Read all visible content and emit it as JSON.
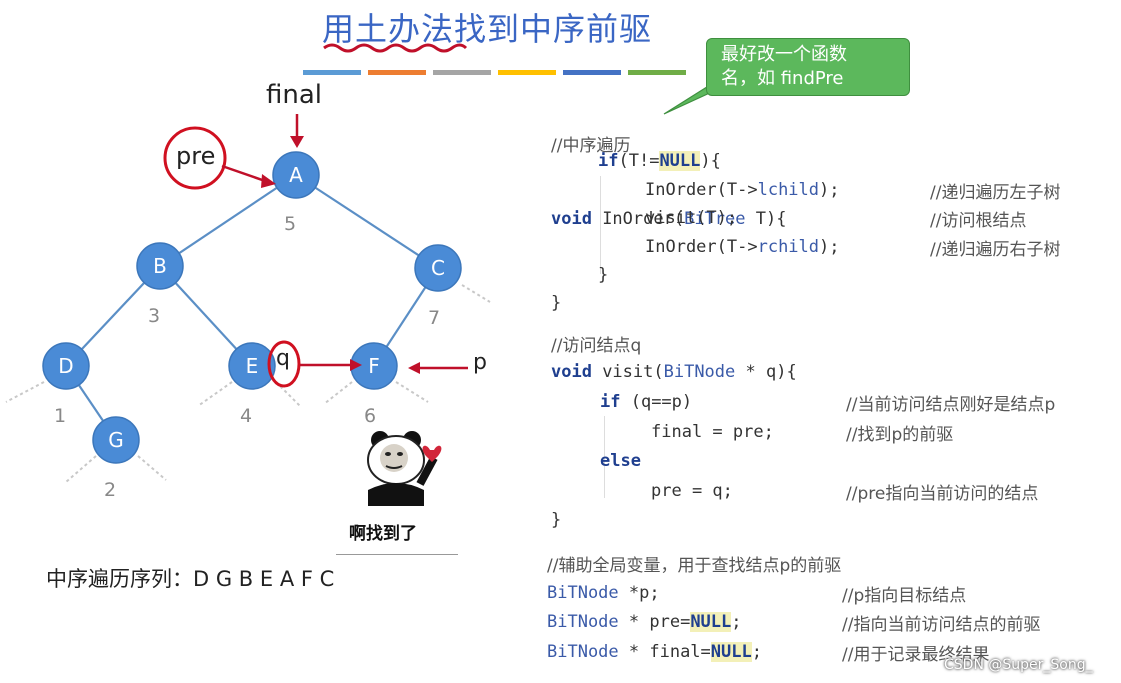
{
  "title": "用土办法找到中序前驱",
  "callout": {
    "line1": "最好改一个函数",
    "line2": "名，如 findPre"
  },
  "colors": {
    "title": "#3a66c4",
    "node": "#4a8bd6",
    "edge": "#5b8fc6",
    "arrow": "#c0102a",
    "callout": "#5cb85c"
  },
  "color_bar": [
    "#5b9bd5",
    "#ed7d31",
    "#a5a5a5",
    "#ffc000",
    "#4472c4",
    "#70ad47"
  ],
  "tree": {
    "final_label": "final",
    "pre_label": "pre",
    "q_label": "q",
    "p_label": "p",
    "nodes": [
      {
        "id": "A",
        "order": "5"
      },
      {
        "id": "B",
        "order": "3"
      },
      {
        "id": "C",
        "order": "7"
      },
      {
        "id": "D",
        "order": "1"
      },
      {
        "id": "E",
        "order": "4"
      },
      {
        "id": "F",
        "order": "6"
      },
      {
        "id": "G",
        "order": "2"
      }
    ]
  },
  "sticker_text": "啊找到了",
  "inorder_sequence": "中序遍历序列：D G B E A F C",
  "code": {
    "inorder": {
      "comment": "//中序遍历",
      "sig_kw": "void",
      "sig_name": " InOrder(",
      "sig_type": "BiTree",
      "sig_rest": " T){",
      "if_kw": "if",
      "if_cond": "(T!=",
      "if_null": "NULL",
      "if_end": "){",
      "call_left": "InOrder(T->",
      "lchild": "lchild",
      "call_end": ");",
      "cmt_left": "//递归遍历左子树",
      "visit": "visit(T);",
      "cmt_visit": "//访问根结点",
      "rchild": "rchild",
      "cmt_right": "//递归遍历右子树",
      "close1": "}",
      "close2": "}"
    },
    "visit": {
      "comment": "//访问结点q",
      "sig_kw": "void",
      "sig_name": " visit(",
      "sig_type": "BiTNode",
      "sig_rest": " * q){",
      "if_kw": "if",
      "if_cond": " (q==p)",
      "cmt_if": "//当前访问结点刚好是结点p",
      "assign_final": "final = pre;",
      "cmt_final": "//找到p的前驱",
      "else_kw": "else",
      "assign_pre": "pre = q;",
      "cmt_pre": "//pre指向当前访问的结点",
      "close": "}"
    },
    "globals": {
      "comment": "//辅助全局变量，用于查找结点p的前驱",
      "type": "BiTNode",
      "decl_p": " *p;",
      "cmt_p": "//p指向目标结点",
      "decl_pre": " * pre=",
      "null": "NULL",
      "semi": ";",
      "cmt_pre": "//指向当前访问结点的前驱",
      "decl_final": " * final=",
      "cmt_final": "//用于记录最终结果"
    }
  },
  "watermark": "CSDN @Super_Song_"
}
